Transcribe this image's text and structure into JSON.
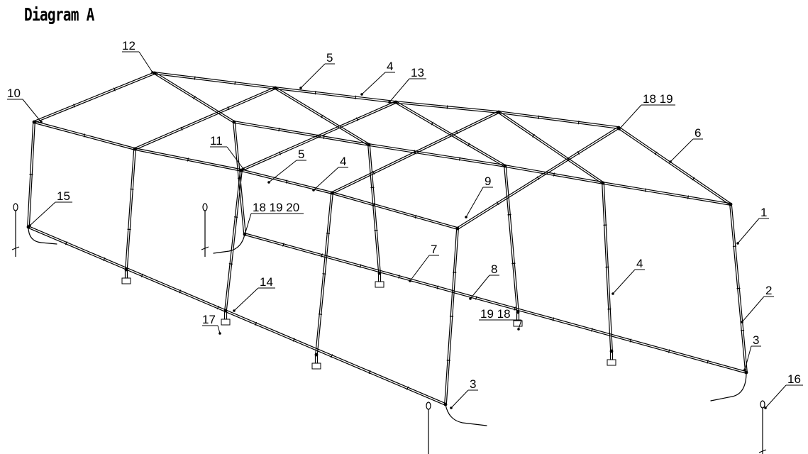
{
  "diagram": {
    "title": "Diagram A",
    "callouts": [
      {
        "id": "c12",
        "label": "12"
      },
      {
        "id": "c10",
        "label": "10"
      },
      {
        "id": "c5a",
        "label": "5"
      },
      {
        "id": "c4a",
        "label": "4"
      },
      {
        "id": "c13",
        "label": "13"
      },
      {
        "id": "c1819a",
        "label": "18 19"
      },
      {
        "id": "c6",
        "label": "6"
      },
      {
        "id": "c11",
        "label": "11"
      },
      {
        "id": "c5b",
        "label": "5"
      },
      {
        "id": "c4b",
        "label": "4"
      },
      {
        "id": "c9",
        "label": "9"
      },
      {
        "id": "c15",
        "label": "15"
      },
      {
        "id": "c181920",
        "label": "18 19 20"
      },
      {
        "id": "c1",
        "label": "1"
      },
      {
        "id": "c7",
        "label": "7"
      },
      {
        "id": "c8",
        "label": "8"
      },
      {
        "id": "c4c",
        "label": "4"
      },
      {
        "id": "c14",
        "label": "14"
      },
      {
        "id": "c17",
        "label": "17"
      },
      {
        "id": "c1918",
        "label": "19 18"
      },
      {
        "id": "c2",
        "label": "2"
      },
      {
        "id": "c3a",
        "label": "3"
      },
      {
        "id": "c3b",
        "label": "3"
      },
      {
        "id": "c16",
        "label": "16"
      }
    ]
  }
}
